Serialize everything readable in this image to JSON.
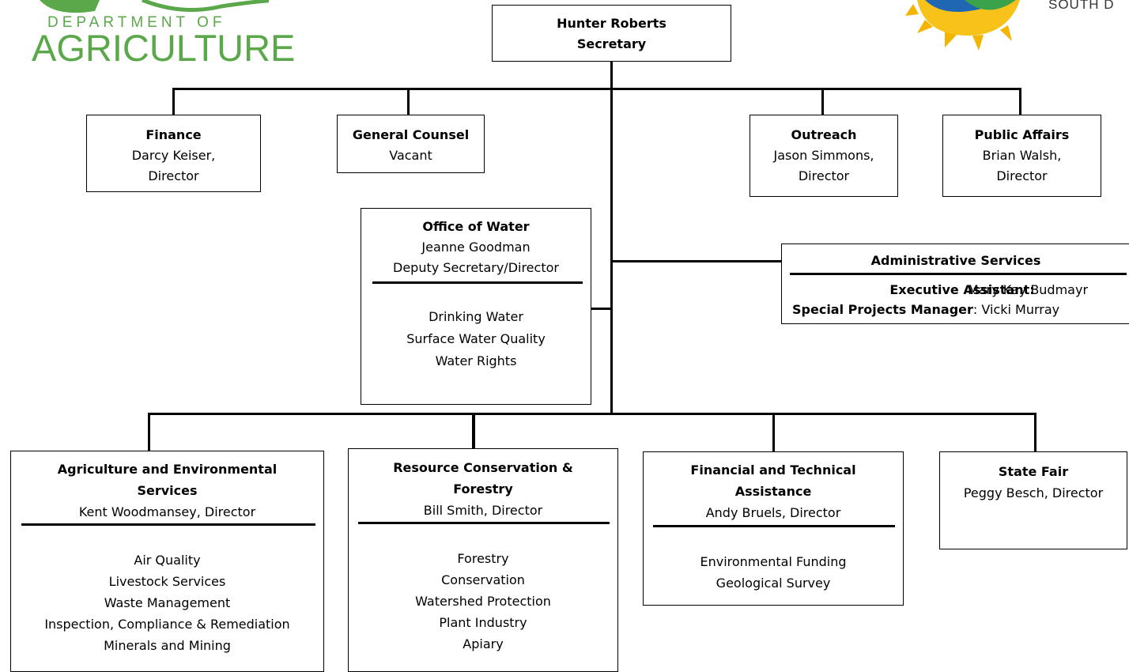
{
  "header": {
    "department_small": "DEPARTMENT OF",
    "department_large": "AGRICULTURE",
    "state_text": "SOUTH D"
  },
  "colors": {
    "logo_green": "#5aa84a",
    "sun_yellow": "#f5b400",
    "river_blue": "#1f66b3"
  },
  "top": {
    "name": "Hunter Roberts",
    "title": "Secretary"
  },
  "row1": [
    {
      "title": "Finance",
      "name": "Darcy Keiser,",
      "role": "Director"
    },
    {
      "title": "General Counsel",
      "name": "Vacant",
      "role": ""
    },
    {
      "title": "Outreach",
      "name": "Jason Simmons,",
      "role": "Director"
    },
    {
      "title": "Public Affairs",
      "name": "Brian Walsh,",
      "role": "Director"
    }
  ],
  "water": {
    "title": "Office of Water",
    "name": "Jeanne Goodman",
    "role": "Deputy Secretary/Director",
    "programs": [
      "Drinking Water",
      "Surface Water Quality",
      "Water Rights"
    ]
  },
  "admin": {
    "title": "Administrative Services",
    "exec_label": "Executive Assistant:",
    "exec_name": "Mary Kay Budmayr",
    "spm_label": "Special Projects Manager",
    "spm_rest": ": Vicki Murray"
  },
  "divisions": [
    {
      "title_line1": "Agriculture and Environmental",
      "title_line2": "Services",
      "director": "Kent Woodmansey, Director",
      "programs": [
        "Air Quality",
        "Livestock Services",
        "Waste Management",
        "Inspection, Compliance & Remediation",
        "Minerals and Mining"
      ]
    },
    {
      "title_line1": "Resource Conservation &",
      "title_line2": "Forestry",
      "director": "Bill Smith, Director",
      "programs": [
        "Forestry",
        "Conservation",
        "Watershed Protection",
        "Plant Industry",
        "Apiary"
      ]
    },
    {
      "title_line1": "Financial and Technical",
      "title_line2": "Assistance",
      "director": "Andy Bruels, Director",
      "programs": [
        "Environmental Funding",
        "Geological Survey"
      ]
    },
    {
      "title_line1": "State Fair",
      "director": "Peggy Besch, Director"
    }
  ]
}
